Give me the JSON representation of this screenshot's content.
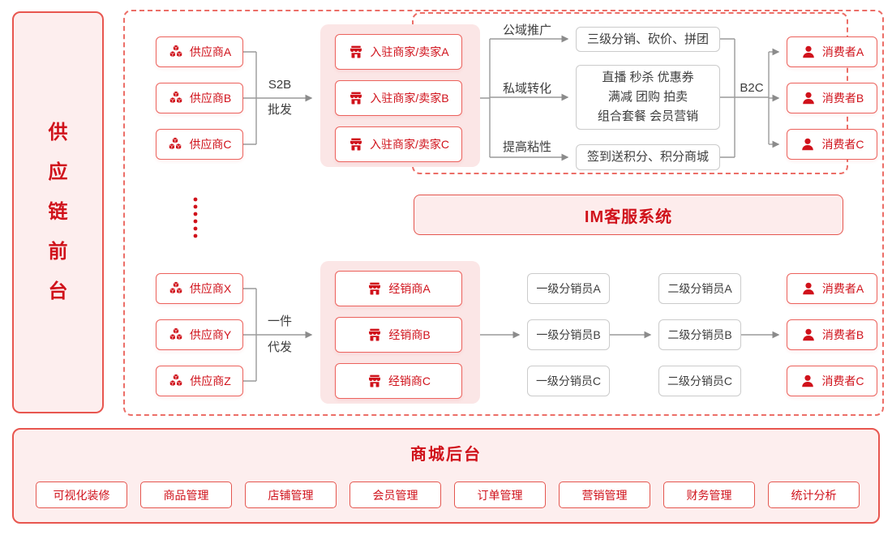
{
  "colors": {
    "red": "#d0121b",
    "red_border": "#ec625c",
    "frame_red": "#e8564f",
    "dash_red": "#ec6e67",
    "pink_bg": "#fdeeee",
    "pink_panel": "#fbe6e6",
    "gray_border": "#cbcbcb",
    "text_dark": "#3d3d3d",
    "line_gray": "#9a9a9a"
  },
  "icons": {
    "supplier": "supplier-boxes-icon",
    "merchant": "storefront-icon",
    "consumer": "user-icon"
  },
  "sidebar": {
    "title": "供应链前台",
    "chars": [
      "供",
      "应",
      "链",
      "前",
      "台"
    ]
  },
  "top": {
    "suppliers": [
      "供应商A",
      "供应商B",
      "供应商C"
    ],
    "s2b": {
      "line1": "S2B",
      "line2": "批发"
    },
    "merchants": [
      "入驻商家/卖家A",
      "入驻商家/卖家B",
      "入驻商家/卖家C"
    ],
    "strategies": [
      {
        "label": "公域推广",
        "target": "三级分销、砍价、拼团"
      },
      {
        "label": "私域转化",
        "target_lines": [
          "直播 秒杀 优惠券",
          "满减 团购 拍卖",
          "组合套餐 会员营销"
        ]
      },
      {
        "label": "提高粘性",
        "target": "签到送积分、积分商城"
      }
    ],
    "b2c": "B2C",
    "consumers": [
      "消费者A",
      "消费者B",
      "消费者C"
    ]
  },
  "im": {
    "title": "IM客服系统"
  },
  "bottom": {
    "suppliers": [
      "供应商X",
      "供应商Y",
      "供应商Z"
    ],
    "dropship": {
      "line1": "一件",
      "line2": "代发"
    },
    "dealers": [
      "经销商A",
      "经销商B",
      "经销商C"
    ],
    "level1": [
      "一级分销员A",
      "一级分销员B",
      "一级分销员C"
    ],
    "level2": [
      "二级分销员A",
      "二级分销员B",
      "二级分销员C"
    ],
    "consumers": [
      "消费者A",
      "消费者B",
      "消费者C"
    ]
  },
  "backend": {
    "title": "商城后台",
    "modules": [
      "可视化装修",
      "商品管理",
      "店铺管理",
      "会员管理",
      "订单管理",
      "营销管理",
      "财务管理",
      "统计分析"
    ]
  }
}
